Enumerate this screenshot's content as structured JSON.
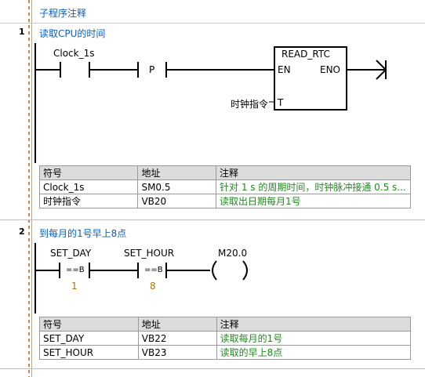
{
  "program": {
    "comment_header": "子程序注释"
  },
  "networks": [
    {
      "number": "1",
      "title": "读取CPU的时间",
      "contact_symbol": "Clock_1s",
      "edge_label": "P",
      "box": {
        "name": "READ_RTC",
        "en": "EN",
        "eno": "ENO",
        "t": "T"
      },
      "t_operand": "时钟指令",
      "table": {
        "headers": [
          "符号",
          "地址",
          "注释"
        ],
        "rows": [
          [
            "Clock_1s",
            "SM0.5",
            "针对 1 s 的周期时间，时钟脉冲接通 0.5 s..."
          ],
          [
            "时钟指令",
            "VB20",
            "读取出日期每月1号"
          ]
        ]
      }
    },
    {
      "number": "2",
      "title": "到每月的1号早上8点",
      "contacts": [
        {
          "symbol": "SET_DAY",
          "op": "==B",
          "value": "1"
        },
        {
          "symbol": "SET_HOUR",
          "op": "==B",
          "value": "8"
        }
      ],
      "coil": "M20.0",
      "table": {
        "headers": [
          "符号",
          "地址",
          "注释"
        ],
        "rows": [
          [
            "SET_DAY",
            "VB22",
            "读取每月的1号"
          ],
          [
            "SET_HOUR",
            "VB23",
            "读取的早上8点"
          ]
        ]
      }
    }
  ],
  "colors": {
    "comment_blue": "#0a5fbf",
    "comment_green": "#1f8a1f",
    "compare_value": "#a07810"
  }
}
